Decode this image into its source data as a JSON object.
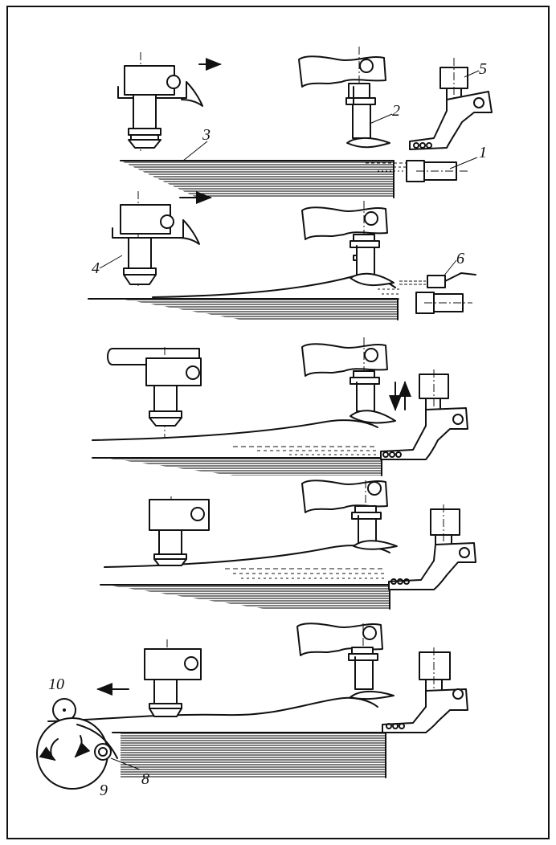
{
  "labels": {
    "l1": "1",
    "l2": "2",
    "l3": "3",
    "l4": "4",
    "l5": "5",
    "l6": "6",
    "l8": "8",
    "l9": "9",
    "l10": "10"
  },
  "stages": [
    {
      "id": "stage-1",
      "direction": "right"
    },
    {
      "id": "stage-2",
      "direction": "right"
    },
    {
      "id": "stage-3",
      "direction": "up-down"
    },
    {
      "id": "stage-4",
      "direction": "none"
    },
    {
      "id": "stage-5",
      "direction": "left"
    }
  ],
  "colors": {
    "ink": "#111111",
    "paper": "#ffffff"
  }
}
